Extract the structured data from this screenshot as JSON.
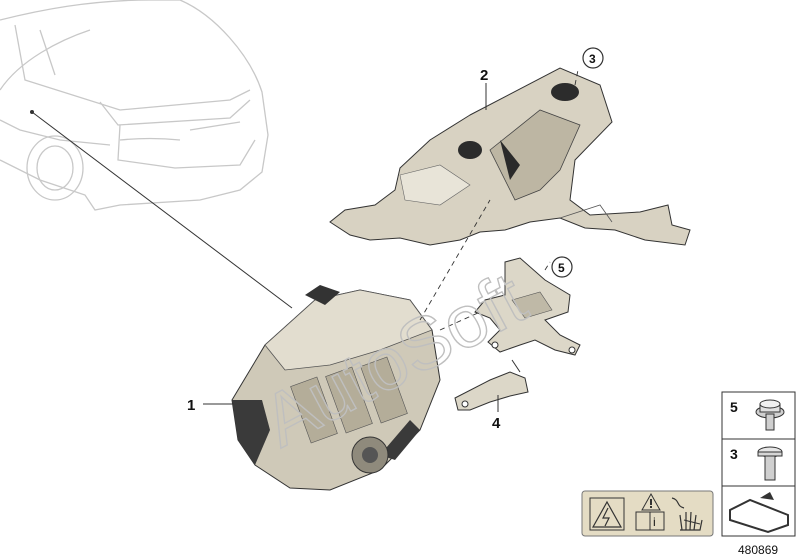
{
  "diagram": {
    "watermark": "AutoSoft",
    "reference_number": "480869",
    "callouts": {
      "part_1": "1",
      "part_2": "2",
      "part_3": "3",
      "part_4": "4",
      "part_5": "5"
    },
    "legend": [
      {
        "number": "5",
        "icon": "hex-flange-screw-icon"
      },
      {
        "number": "3",
        "icon": "hex-bolt-icon"
      }
    ],
    "warning_label_icons": [
      "high-voltage-icon",
      "caution-triangle-icon",
      "read-manual-icon",
      "no-touch-hand-icon"
    ],
    "colors": {
      "part_fill": "#d8d2c2",
      "part_shade": "#a9a290",
      "label_fill": "#e4dcc4",
      "line": "#333333"
    }
  }
}
